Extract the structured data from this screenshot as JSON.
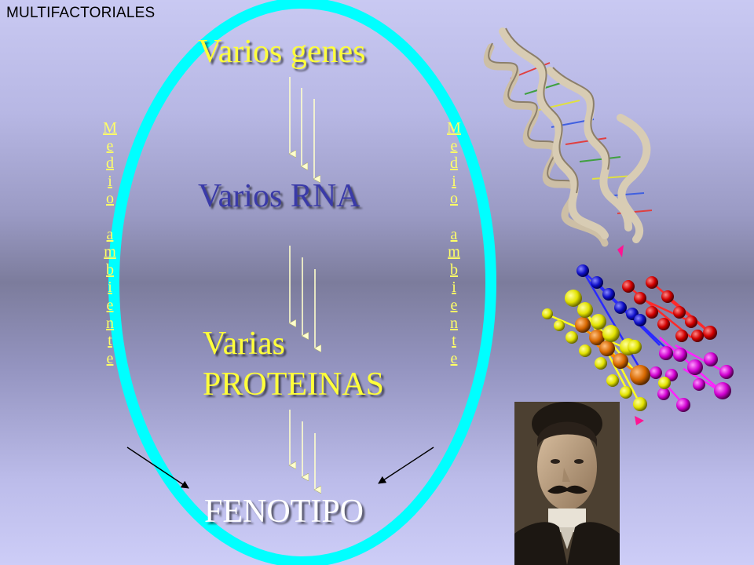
{
  "corner_title": "MULTIFACTORIALES",
  "diagram": {
    "genes": "Varios genes",
    "rna": "Varios RNA",
    "proteins_line1": "Varias",
    "proteins_line2": "PROTEINAS",
    "phenotype": "FENOTIPO",
    "environment_label": "Medio ambiente"
  },
  "colors": {
    "ellipse": "#00ffff",
    "yellow_text": "#ffff3a",
    "rna_text": "#3a3aa8",
    "phenotype_text": "#ffffff",
    "arrow_fill": "#ffffcc"
  },
  "illustrations": [
    "dna-double-helix-icon",
    "protein-molecule-model-icon",
    "mustached-man-portrait"
  ]
}
